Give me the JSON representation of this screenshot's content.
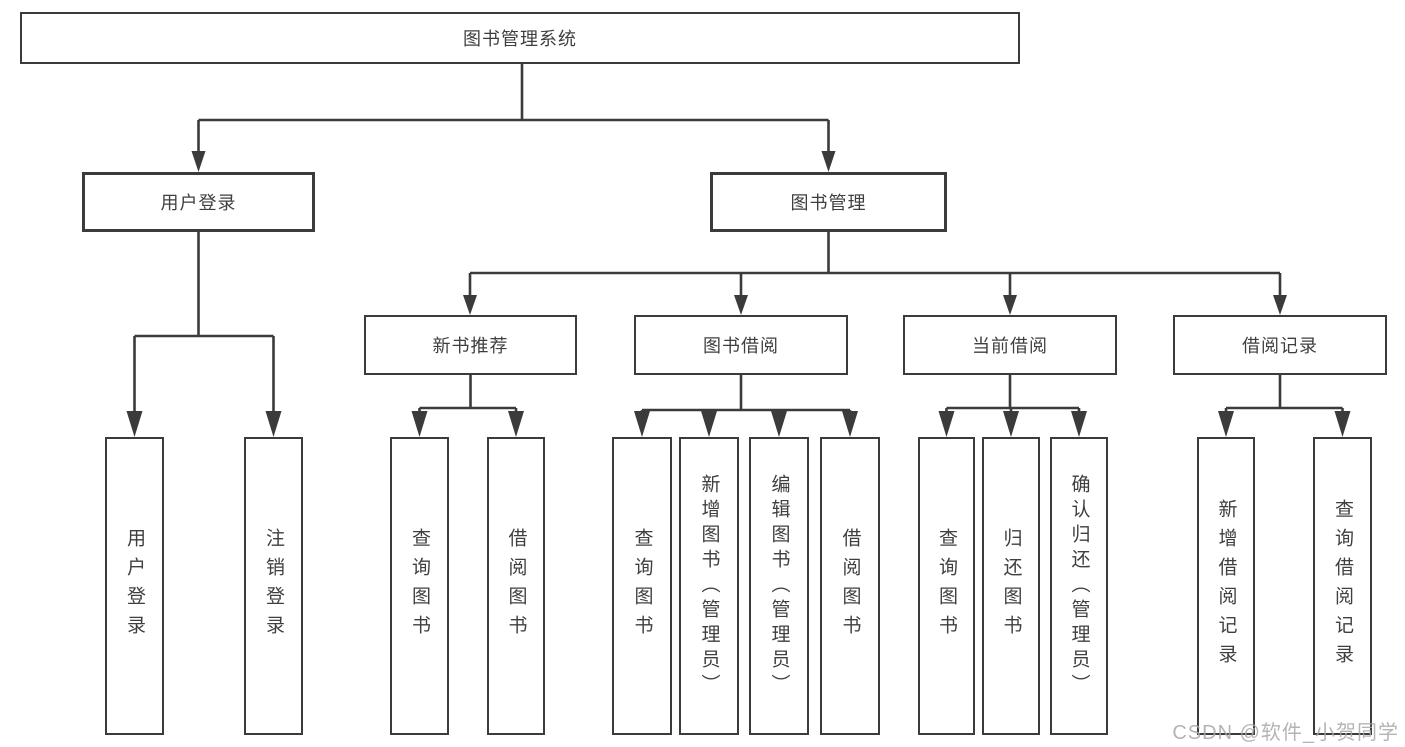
{
  "root": {
    "label": "图书管理系统"
  },
  "level2": {
    "user_login": {
      "label": "用户登录"
    },
    "book_management": {
      "label": "图书管理"
    }
  },
  "level3": {
    "new_book_recommend": {
      "label": "新书推荐"
    },
    "book_borrow": {
      "label": "图书借阅"
    },
    "current_borrow": {
      "label": "当前借阅"
    },
    "borrow_records": {
      "label": "借阅记录"
    }
  },
  "leaves": {
    "user_login": {
      "label": "用户登录"
    },
    "logout_login": {
      "label": "注销登录"
    },
    "nbr_query_books": {
      "label": "查询图书"
    },
    "nbr_borrow_books": {
      "label": "借阅图书"
    },
    "bb_query_books": {
      "label": "查询图书"
    },
    "bb_add_books_admin": {
      "label": "新增图书（管理员）"
    },
    "bb_edit_books_admin": {
      "label": "编辑图书（管理员）"
    },
    "bb_borrow_books": {
      "label": "借阅图书"
    },
    "cb_query_books": {
      "label": "查询图书"
    },
    "cb_return_books": {
      "label": "归还图书"
    },
    "cb_confirm_return_admin": {
      "label": "确认归还（管理员）"
    },
    "br_add_record": {
      "label": "新增借阅记录"
    },
    "br_query_record": {
      "label": "查询借阅记录"
    }
  },
  "watermark": "CSDN @软件_小贺同学",
  "colors": {
    "line": "#3b3b3b",
    "text": "#3f3f3f",
    "watermark": "#a8a8a8",
    "background": "#ffffff"
  }
}
